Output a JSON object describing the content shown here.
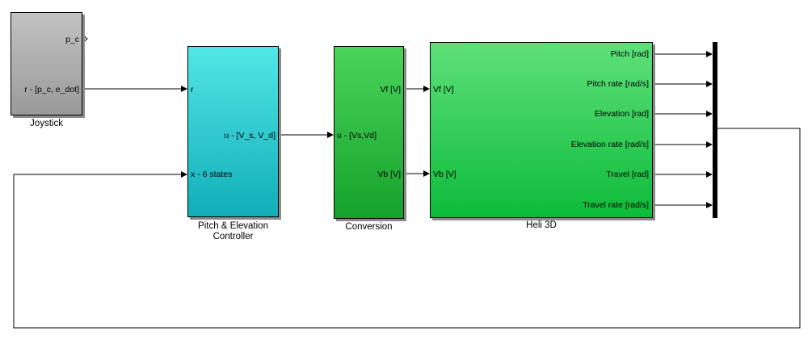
{
  "blocks": {
    "joystick": {
      "name": "Joystick",
      "ports": {
        "p_c": "p_c",
        "r": "r - [p_c, e_dot]"
      }
    },
    "controller": {
      "name_line1": "Pitch & Elevation",
      "name_line2": "Controller",
      "ports": {
        "r": "r",
        "u": "u -  [V_s, V_d]",
        "x": "x - 6 states"
      }
    },
    "conversion": {
      "name": "Conversion",
      "ports": {
        "u": "u - [Vs,Vd]",
        "vf": "Vf [V]",
        "vb": "Vb [V]"
      }
    },
    "heli": {
      "name": "Heli 3D",
      "ports": {
        "vf": "Vf [V]",
        "vb": "Vb [V]",
        "outputs": [
          "Pitch [rad]",
          "Pitch rate [rad/s]",
          "Elevation [rad]",
          "Elevation rate [rad/s]",
          "Travel [rad]",
          "Travel rate [rad/s]"
        ]
      }
    }
  },
  "colors": {
    "joystick": "#a9a9a9",
    "controller": "#3fd6d6",
    "conversion": "#25b83a",
    "heli": "#2bc24a"
  }
}
